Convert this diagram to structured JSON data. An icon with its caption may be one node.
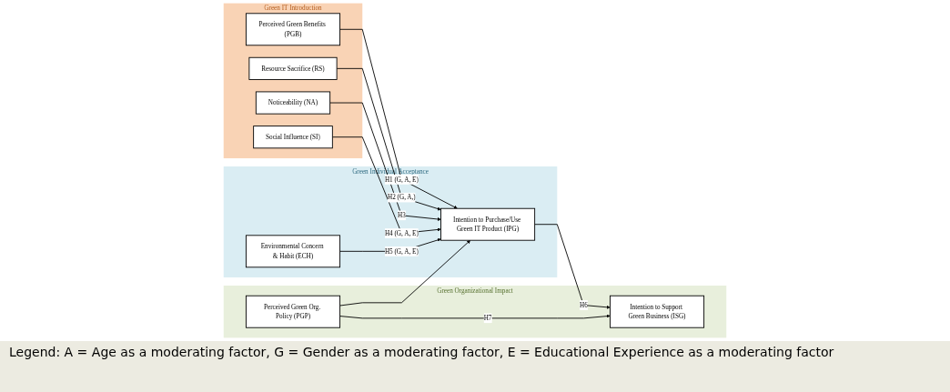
{
  "diagram": {
    "nodes": [
      {
        "text": [
          "Green IT Introduction"
        ]
      },
      {
        "text": [
          "Perceived Green Benefits (PGB)"
        ],
        "in": 0
      },
      {
        "text": [
          "Resource Sacrifice (RS)"
        ],
        "in": 0
      },
      {
        "text": [
          "Noticeability (NA)"
        ],
        "in": 0
      },
      {
        "text": [
          "Social Influence (SI)"
        ],
        "in": 0
      },
      {
        "text": [
          "Green Individual Acceptance"
        ]
      },
      {
        "text": [
          "Environmental Concern & Habit (ECH)"
        ],
        "in": 5
      },
      {
        "text": [
          "Intention to Purchase/Use Green IT Product (IPG)"
        ],
        "in": 5
      },
      {
        "text": [
          "Green Organizational Impact"
        ]
      },
      {
        "text": [
          "Perceived Green Org. Policy (PGP)"
        ],
        "in": 8
      },
      {
        "text": [
          "Intention to Support Green Business (ISG)"
        ],
        "in": 8
      }
    ],
    "edges": [
      {
        "from": 1,
        "to": 7,
        "arrow": "to",
        "label": "H1 (G, A, E)"
      },
      {
        "from": 2,
        "to": 7,
        "arrow": "to",
        "label": "H2 (G, A,)"
      },
      {
        "from": 3,
        "to": 7,
        "arrow": "to",
        "label": "H3"
      },
      {
        "from": 4,
        "to": 7,
        "arrow": "to",
        "label": "H4 (G, A, E)"
      },
      {
        "from": 6,
        "to": 7,
        "arrow": "to",
        "label": "H5 (G, A, E)"
      },
      {
        "from": 9,
        "to": 7,
        "arrow": "to"
      },
      {
        "from": 7,
        "to": 10,
        "arrow": "to",
        "label": "H6"
      },
      {
        "from": 9,
        "to": 10,
        "arrow": "to",
        "label": "H7"
      }
    ],
    "labels": [
      "Legend: A = Age as a moderating factor, G = Gender as a moderating factor, E = Educational Experience as a moderating factor"
    ]
  }
}
